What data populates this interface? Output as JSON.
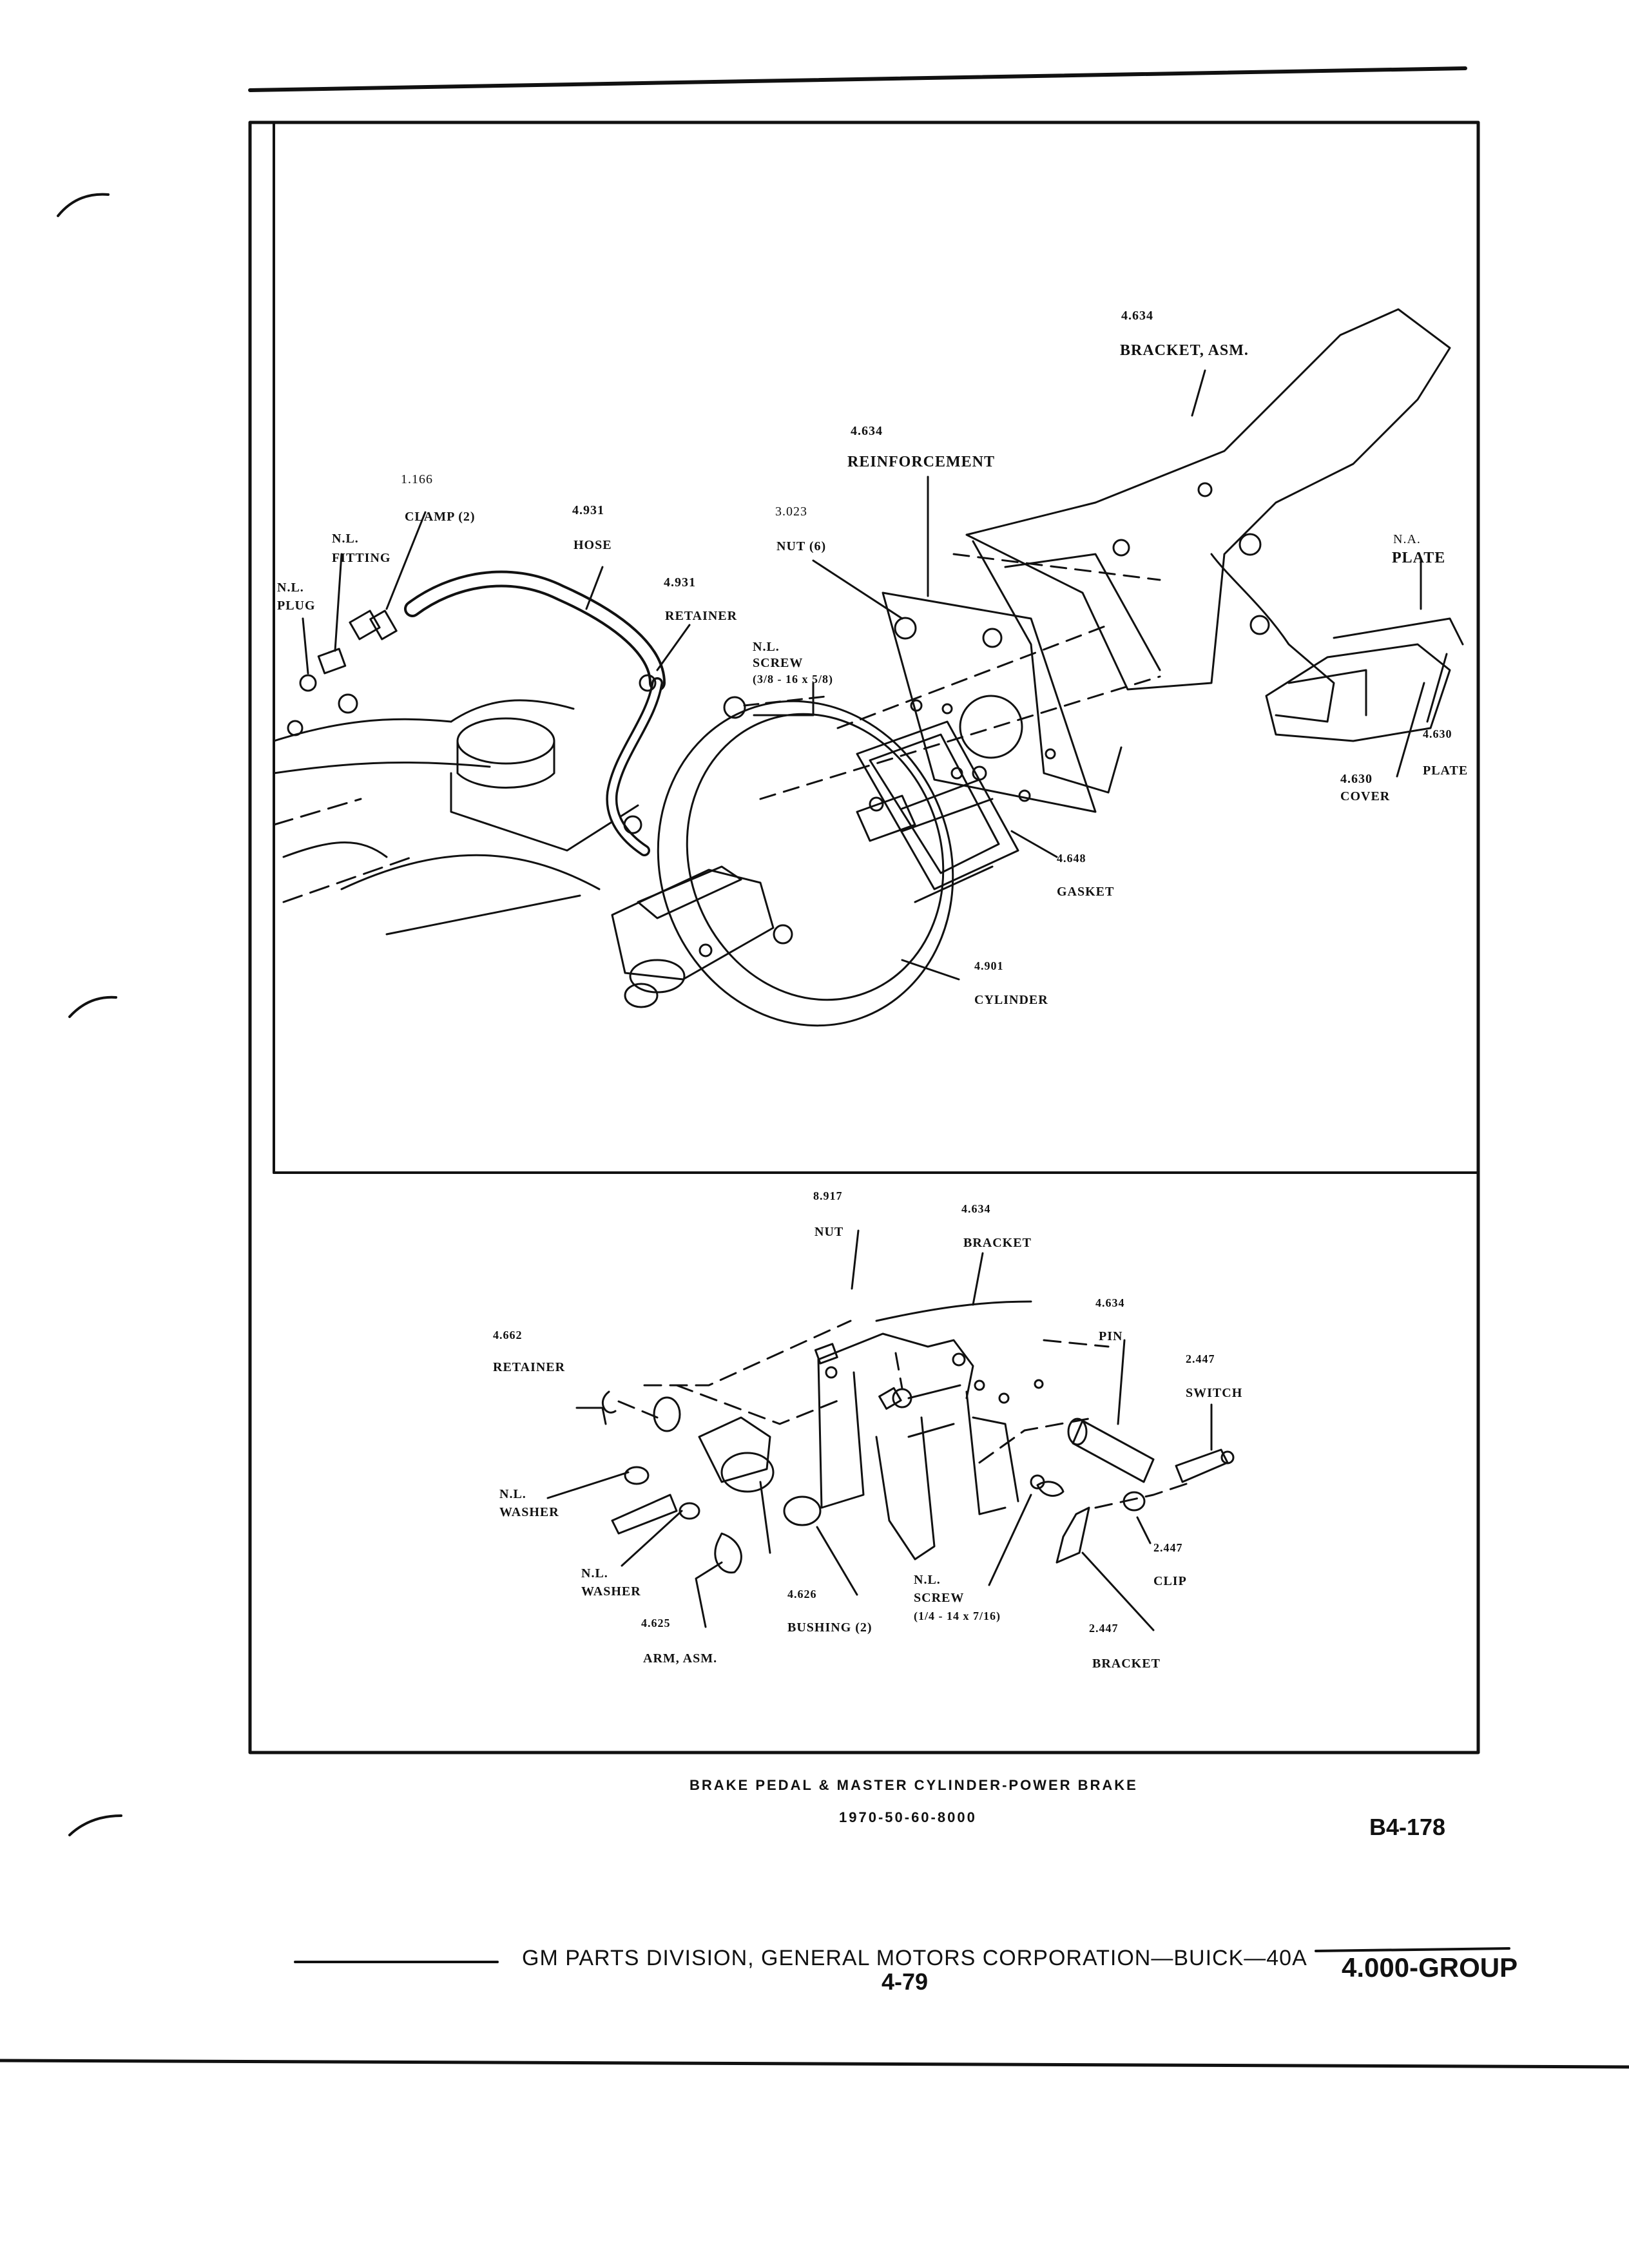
{
  "upper_diagram": {
    "labels": {
      "bracket_asm_num": "4.634",
      "bracket_asm": "BRACKET, ASM.",
      "reinforcement_num": "4.634",
      "reinforcement": "REINFORCEMENT",
      "clamp_num": "1.166",
      "clamp": "CLAMP (2)",
      "hose_num": "4.931",
      "hose": "HOSE",
      "nut_num": "3.023",
      "nut": "NUT (6)",
      "fitting_nl": "N.L.",
      "fitting": "FITTING",
      "plug_nl": "N.L.",
      "plug": "PLUG",
      "retainer_num": "4.931",
      "retainer": "RETAINER",
      "screw_nl": "N.L.",
      "screw": "SCREW",
      "screw_size": "(3/8 - 16 x 5/8)",
      "plate_na": "N.A.",
      "plate": "PLATE",
      "plate2_num": "4.630",
      "plate2": "PLATE",
      "cover_num": "4.630",
      "cover": "COVER",
      "gasket_num": "4.648",
      "gasket": "GASKET",
      "cylinder_num": "4.901",
      "cylinder": "CYLINDER"
    }
  },
  "lower_diagram": {
    "labels": {
      "nut_num": "8.917",
      "nut": "NUT",
      "bracket_num": "4.634",
      "bracket": "BRACKET",
      "pin_num": "4.634",
      "pin": "PIN",
      "switch_num": "2.447",
      "switch": "SWITCH",
      "retainer_num": "4.662",
      "retainer": "RETAINER",
      "washer1_nl": "N.L.",
      "washer1": "WASHER",
      "washer2_nl": "N.L.",
      "washer2": "WASHER",
      "arm_num": "4.625",
      "arm": "ARM, ASM.",
      "bushing_num": "4.626",
      "bushing": "BUSHING (2)",
      "screw_nl": "N.L.",
      "screw": "SCREW",
      "screw_size": "(1/4 - 14 x 7/16)",
      "clip_num": "2.447",
      "clip": "CLIP",
      "bracket2_num": "2.447",
      "bracket2": "BRACKET"
    }
  },
  "caption": {
    "title": "BRAKE PEDAL & MASTER CYLINDER-POWER BRAKE",
    "code": "1970-50-60-8000",
    "ref": "B4-178"
  },
  "footer": {
    "division": "GM PARTS DIVISION, GENERAL MOTORS CORPORATION—BUICK—40A",
    "page": "4-79",
    "group": "4.000-GROUP"
  }
}
